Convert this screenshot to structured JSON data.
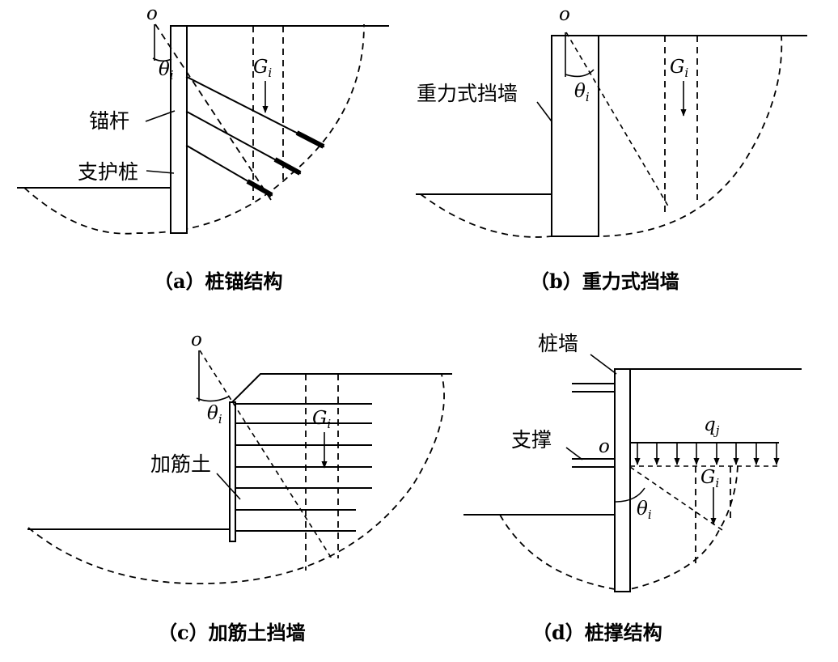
{
  "panel_a": {
    "caption": "（a）桩锚结构",
    "label_anchor": "锚杆",
    "label_pile": "支护桩",
    "label_o": "o",
    "label_theta": "θ",
    "label_theta_sub": "i",
    "label_G": "G",
    "label_G_sub": "i"
  },
  "panel_b": {
    "caption": "（b）重力式挡墙",
    "label_wall": "重力式挡墙",
    "label_o": "o",
    "label_theta": "θ",
    "label_theta_sub": "i",
    "label_G": "G",
    "label_G_sub": "i"
  },
  "panel_c": {
    "caption": "（c）加筋土挡墙",
    "label_reinforced": "加筋土",
    "label_o": "o",
    "label_theta": "θ",
    "label_theta_sub": "i",
    "label_G": "G",
    "label_G_sub": "i"
  },
  "panel_d": {
    "caption": "（d）桩撑结构",
    "label_pile_wall": "桩墙",
    "label_strut": "支撑",
    "label_o": "o",
    "label_q": "q",
    "label_q_sub": "j",
    "label_theta": "θ",
    "label_theta_sub": "i",
    "label_G": "G",
    "label_G_sub": "i"
  }
}
